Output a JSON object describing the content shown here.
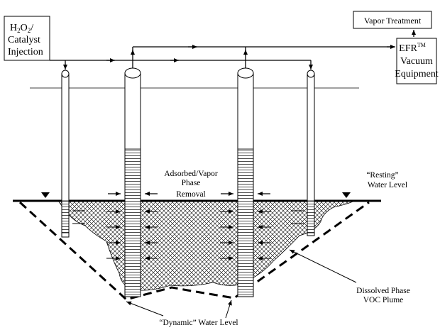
{
  "labels": {
    "injection_line1": "H",
    "injection_sub1": "2",
    "injection_mid": "O",
    "injection_sub2": "2",
    "injection_slash": "/",
    "injection_line2": "Catalyst",
    "injection_line3": "Injection",
    "vapor_treatment": "Vapor Treatment",
    "efr_line1": "EFR",
    "efr_tm": "TM",
    "efr_line2": "Vacuum",
    "efr_line3": "Equipment",
    "adsorbed_line1": "Adsorbed/Vapor",
    "adsorbed_line2": "Phase",
    "adsorbed_line3": "Removal",
    "resting_line1": "“Resting”",
    "resting_line2": "Water Level",
    "dissolved_line1": "Dissolved Phase",
    "dissolved_line2": "VOC Plume",
    "dynamic_label": "“Dynamic” Water Level"
  }
}
